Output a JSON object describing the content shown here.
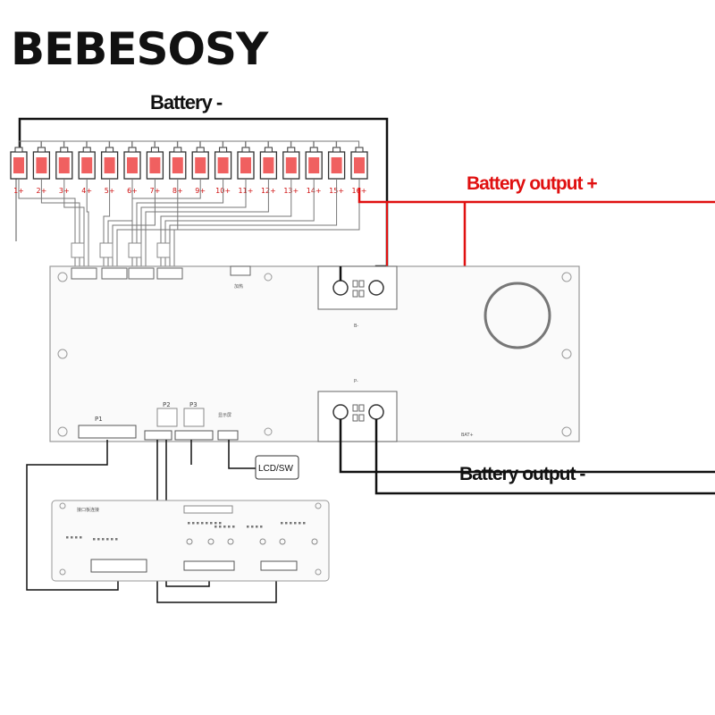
{
  "brand": "BEBESOSY",
  "labels": {
    "battery_negative": "Battery -",
    "battery_output_positive": "Battery output +",
    "battery_output_negative": "Battery output -",
    "lcd_sw": "LCD/SW",
    "b_minus": "B-",
    "p_minus": "P-",
    "bat_plus": "BAT+",
    "p1": "P1",
    "p2": "P2",
    "p3": "P3",
    "display": "显示屏",
    "heating": "加热",
    "interface_board": "接口板连接"
  },
  "cells": [
    "1+",
    "2+",
    "3+",
    "4+",
    "5+",
    "6+",
    "7+",
    "8+",
    "9+",
    "10+",
    "11+",
    "12+",
    "13+",
    "14+",
    "15+",
    "16+"
  ],
  "colors": {
    "positive_wire": "#e01010",
    "negative_wire": "#111111",
    "cell_fill": "#f06060"
  }
}
